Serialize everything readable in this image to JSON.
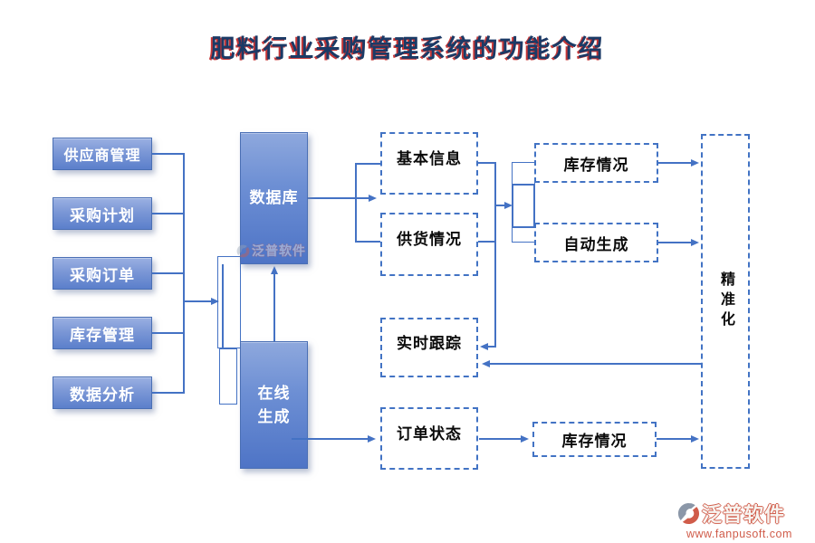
{
  "title": "肥料行业采购管理系统的功能介绍",
  "left_modules": [
    {
      "label": "供应商管理"
    },
    {
      "label": "采购计划"
    },
    {
      "label": "采购订单"
    },
    {
      "label": "库存管理"
    },
    {
      "label": "数据分析"
    }
  ],
  "core": {
    "database": "数据库",
    "online_line1": "在线",
    "online_line2": "生成"
  },
  "detail_boxes": {
    "basic_info": "基本信息",
    "supply_status": "供货情况",
    "realtime_tracking": "实时跟踪",
    "order_status": "订单状态"
  },
  "outcome_boxes": {
    "inventory_top": "库存情况",
    "auto_generate": "自动生成",
    "inventory_bottom": "库存情况"
  },
  "result_box": "精准化",
  "watermark": {
    "brand": "泛普软件",
    "url": "www.fanpusoft.com"
  },
  "colors": {
    "line_blue": "#4472c4",
    "box_gradient_top": "#9ab0e2",
    "box_gradient_bottom": "#5b7fcb",
    "title_navy": "#1b3a66",
    "title_red_shadow": "#c02020",
    "watermark_red": "#d05c4a"
  }
}
